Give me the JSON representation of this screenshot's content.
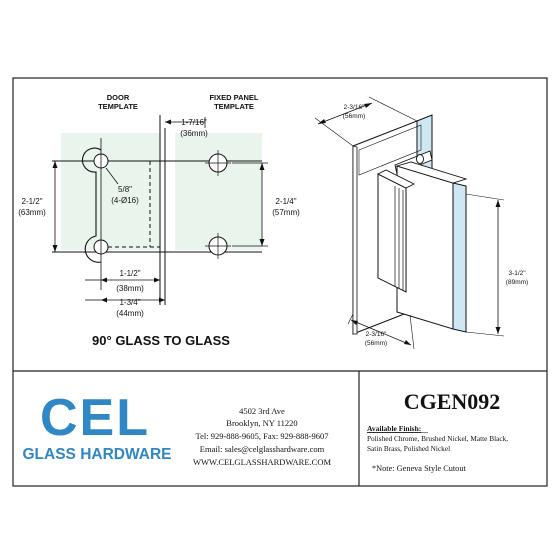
{
  "template": {
    "door_label_1": "DOOR",
    "door_label_2": "TEMPLATE",
    "fixed_label_1": "FIXED PANEL",
    "fixed_label_2": "TEMPLATE",
    "gap_dim_1": "1-7/16\"",
    "gap_dim_2": "(36mm)",
    "left_height_1": "2-1/2\"",
    "left_height_2": "(63mm)",
    "hole_dim_1": "5/8\"",
    "hole_dim_2": "(4-Ø16)",
    "right_height_1": "2-1/4\"",
    "right_height_2": "(57mm)",
    "bottom_dim_a1": "1-1/2\"",
    "bottom_dim_a2": "(38mm)",
    "bottom_dim_b1": "1-3/4\"",
    "bottom_dim_b2": "(44mm)",
    "caption": "90° GLASS TO GLASS"
  },
  "iso_view": {
    "top_dim_1": "2-3/16\"",
    "top_dim_2": "(56mm)",
    "side_dim_1": "3-1/2\"",
    "side_dim_2": "(89mm)",
    "bottom_dim_1": "2-3/16\"",
    "bottom_dim_2": "(56mm)"
  },
  "brand": {
    "logo_text": "CEL",
    "logo_subtext": "GLASS HARDWARE",
    "address_1": "4502 3rd Ave",
    "address_2": "Brooklyn, NY 11220",
    "phone": "Tel: 929-888-9605, Fax: 929-888-9607",
    "email": "Email: sales@celglasshardware.com",
    "website": "WWW.CELGLASSHARDWARE.COM"
  },
  "product": {
    "code": "CGEN092",
    "finish_heading": "Available Finish:",
    "finish_line_1": "Polished Chrome, Brushed Nickel, Matte Black,",
    "finish_line_2": "Satin Brass, Polished Nickel",
    "note": "*Note:  Geneva  Style Cutout"
  },
  "colors": {
    "brand_blue": "#2f87c6",
    "glass_green": "#e9f5ec",
    "glass_blue": "#cfe7f2"
  }
}
